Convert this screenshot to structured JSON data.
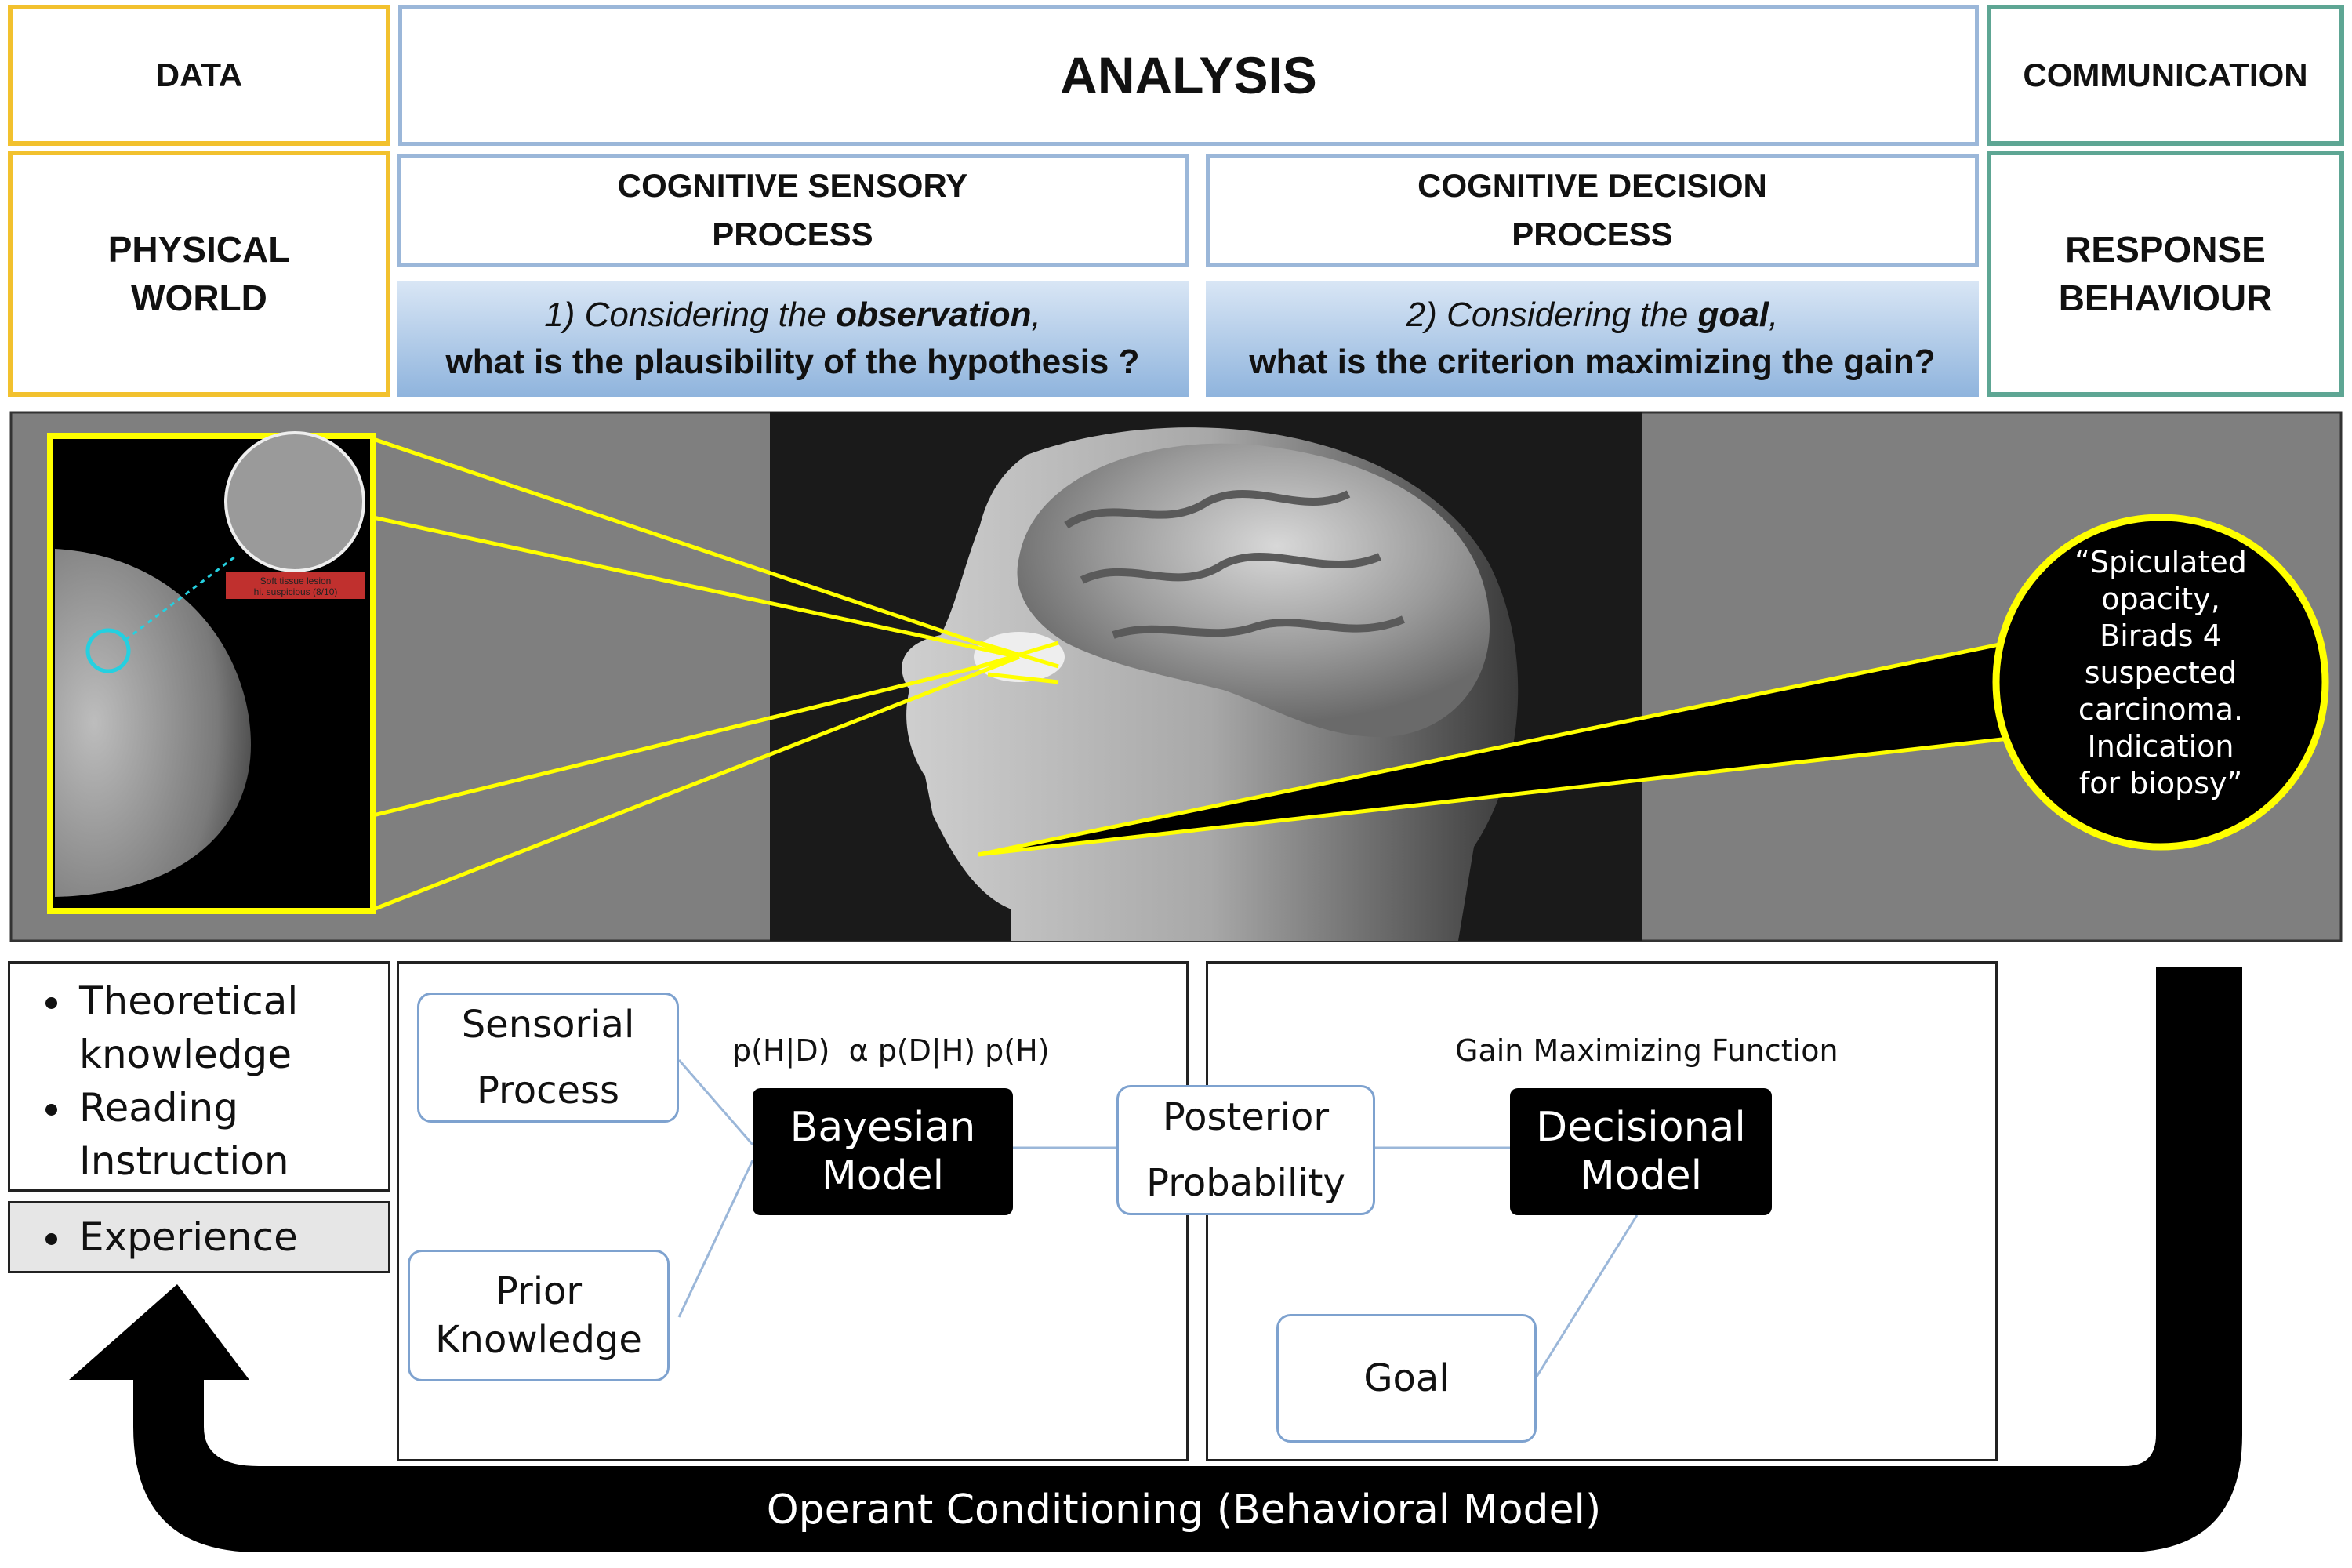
{
  "headers": {
    "data": "DATA",
    "analysis": "ANALYSIS",
    "communication": "COMMUNICATION",
    "physical_world": [
      "PHYSICAL",
      "WORLD"
    ],
    "sensory": [
      "COGNITIVE SENSORY",
      "PROCESS"
    ],
    "decision": [
      "COGNITIVE DECISION",
      "PROCESS"
    ],
    "response": [
      "RESPONSE",
      "BEHAVIOUR"
    ]
  },
  "questions": {
    "sensory": {
      "prefix": "1) Considering the ",
      "emphasis": "observation",
      "suffix": ",",
      "line2": "what is the plausibility of the hypothesis ?"
    },
    "decision": {
      "prefix": "2) Considering the ",
      "emphasis": "goal",
      "suffix": ",",
      "line2": "what is the criterion maximizing the gain?"
    }
  },
  "illustration": {
    "mammogram_label": [
      "Soft tissue lesion",
      "hi. suspicious (8/10)"
    ],
    "speech_bubble": [
      "“Spiculated",
      "opacity,",
      "Birads 4",
      "suspected",
      "carcinoma.",
      "Indication",
      "for biopsy”"
    ]
  },
  "training": {
    "items": [
      "Theoretical knowledge",
      "Reading Instruction"
    ],
    "experience": "Experience"
  },
  "model": {
    "formula": "p(H|D)  α p(D|H) p(H)",
    "gain_function": "Gain Maximizing Function",
    "sensorial": [
      "Sensorial",
      "Process"
    ],
    "prior": [
      "Prior",
      "Knowledge"
    ],
    "bayesian": [
      "Bayesian",
      "Model"
    ],
    "posterior": [
      "Posterior",
      "Probability"
    ],
    "decisional": [
      "Decisional",
      "Model"
    ],
    "goal": "Goal"
  },
  "feedback": {
    "label": "Operant Conditioning (Behavioral Model)"
  },
  "colors": {
    "data_border": "#f2c12e",
    "analysis_border": "#9bb7d9",
    "communication_border": "#5ea694",
    "highlight_yellow": "#ffff00"
  }
}
